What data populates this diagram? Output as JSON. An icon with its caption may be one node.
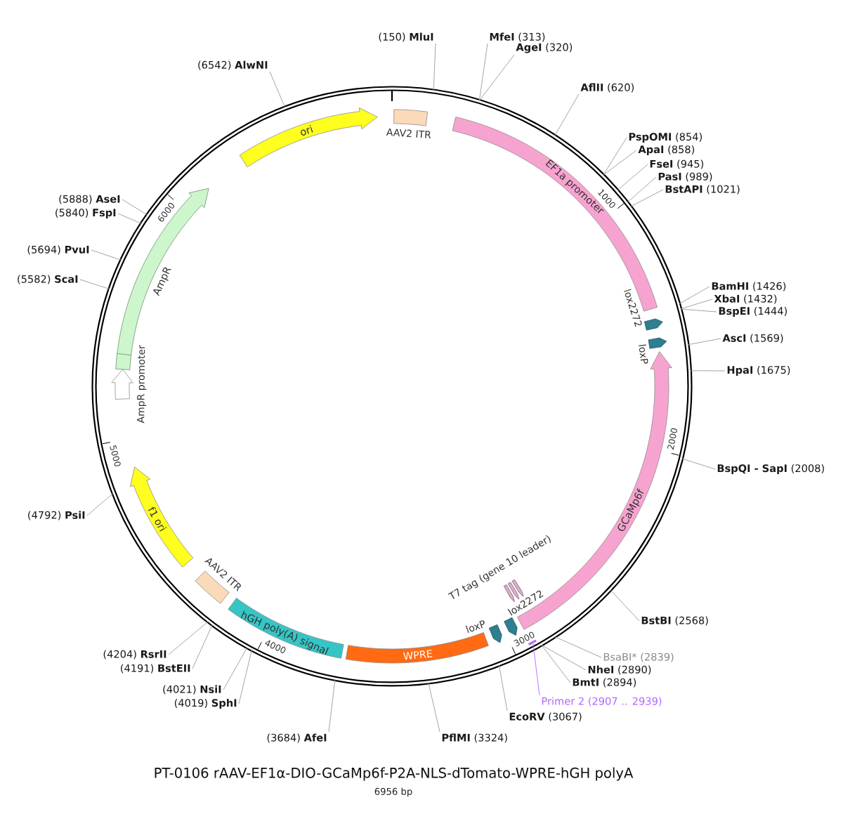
{
  "diagram": {
    "title": "PT-0106 rAAV-EF1α-DIO-GCaMp6f-P2A-NLS-dTomato-WPRE-hGH polyA",
    "caption": "6956 bp",
    "nodes": [
      {
        "text": [],
        "shape": "circle"
      },
      {
        "text": [
          "AAV2 ITR"
        ],
        "in": 0
      },
      {
        "text": [
          "EF1a promoter"
        ],
        "in": 0
      },
      {
        "text": [
          "lox2272"
        ],
        "in": 0
      },
      {
        "text": [
          "loxP"
        ],
        "in": 0
      },
      {
        "text": [
          "GCaMp6f"
        ],
        "in": 0
      },
      {
        "text": [
          "T7 tag (gene 10 leader)"
        ],
        "in": 0
      },
      {
        "text": [
          "lox2272"
        ],
        "in": 0
      },
      {
        "text": [
          "loxP"
        ],
        "in": 0
      },
      {
        "text": [
          "WPRE"
        ],
        "in": 0
      },
      {
        "text": [
          "hGH poly(A) signal"
        ],
        "in": 0
      },
      {
        "text": [
          "AAV2 ITR"
        ],
        "in": 0
      },
      {
        "text": [
          "f1 ori"
        ],
        "in": 0
      },
      {
        "text": [
          "AmpR promoter"
        ],
        "in": 0
      },
      {
        "text": [
          "AmpR"
        ],
        "in": 0
      },
      {
        "text": [
          "ori"
        ],
        "in": 0
      },
      {
        "text": [],
        "shape": "bar",
        "in": 0
      },
      {
        "text": [
          "(150) **MluI**"
        ]
      },
      {
        "text": [
          "**MfeI** (313)"
        ]
      },
      {
        "text": [
          "**AgeI** (320)"
        ]
      },
      {
        "text": [
          "**AflII** (620)"
        ]
      },
      {
        "text": [
          "**PspOMI** (854)"
        ]
      },
      {
        "text": [
          "**ApaI** (858)"
        ]
      },
      {
        "text": [
          "**FseI** (945)"
        ]
      },
      {
        "text": [
          "**PasI** (989)"
        ]
      },
      {
        "text": [
          "**BstAPI** (1021)"
        ]
      },
      {
        "text": [
          "**BamHI** (1426)"
        ]
      },
      {
        "text": [
          "**XbaI** (1432)"
        ]
      },
      {
        "text": [
          "**BspEI** (1444)"
        ]
      },
      {
        "text": [
          "**AscI** (1569)"
        ]
      },
      {
        "text": [
          "**HpaI** (1675)"
        ]
      },
      {
        "text": [
          "**BspQI - SapI** (2008)"
        ]
      },
      {
        "text": [
          "**BstBI** (2568)"
        ]
      },
      {
        "text": [
          "BsaBI* (2839)"
        ]
      },
      {
        "text": [
          "**NheI** (2890)"
        ]
      },
      {
        "text": [
          "**BmtI** (2894)"
        ]
      },
      {
        "text": [
          "Primer 2 (2907 .. 2939)"
        ]
      },
      {
        "text": [
          "**EcoRV** (3067)"
        ]
      },
      {
        "text": [
          "**PflMI** (3324)"
        ]
      },
      {
        "text": [
          "(3684) **AfeI**"
        ]
      },
      {
        "text": [
          "(4019) **SphI**"
        ]
      },
      {
        "text": [
          "(4021) **NsiI**"
        ]
      },
      {
        "text": [
          "(4191) **BstEII**"
        ]
      },
      {
        "text": [
          "(4204) **RsrII**"
        ]
      },
      {
        "text": [
          "(4792) **PsiI**"
        ]
      },
      {
        "text": [
          "(5582) **ScaI**"
        ]
      },
      {
        "text": [
          "(5694) **PvuI**"
        ]
      },
      {
        "text": [
          "(5840) **FspI**"
        ]
      },
      {
        "text": [
          "(5888) **AseI**"
        ]
      },
      {
        "text": [
          "(6542) **AlwNI**"
        ]
      }
    ],
    "edges": [
      {
        "from": 17,
        "to": 0,
        "arrow": "none"
      },
      {
        "from": 18,
        "to": 0,
        "arrow": "none"
      },
      {
        "from": 19,
        "to": 0,
        "arrow": "none"
      },
      {
        "from": 20,
        "to": 0,
        "arrow": "none"
      },
      {
        "from": 21,
        "to": 0,
        "arrow": "none"
      },
      {
        "from": 22,
        "to": 0,
        "arrow": "none"
      },
      {
        "from": 23,
        "to": 0,
        "arrow": "none"
      },
      {
        "from": 24,
        "to": 0,
        "arrow": "none"
      },
      {
        "from": 25,
        "to": 0,
        "arrow": "none"
      },
      {
        "from": 26,
        "to": 0,
        "arrow": "none"
      },
      {
        "from": 27,
        "to": 0,
        "arrow": "none"
      },
      {
        "from": 28,
        "to": 0,
        "arrow": "none"
      },
      {
        "from": 29,
        "to": 0,
        "arrow": "none"
      },
      {
        "from": 30,
        "to": 0,
        "arrow": "none"
      },
      {
        "from": 31,
        "to": 0,
        "arrow": "none"
      },
      {
        "from": 32,
        "to": 0,
        "arrow": "none"
      },
      {
        "from": 33,
        "to": 0,
        "arrow": "none"
      },
      {
        "from": 34,
        "to": 0,
        "arrow": "none"
      },
      {
        "from": 35,
        "to": 0,
        "arrow": "none"
      },
      {
        "from": 36,
        "to": 16,
        "arrow": "none",
        "color": "#b366ff"
      },
      {
        "from": 37,
        "to": 0,
        "arrow": "none"
      },
      {
        "from": 38,
        "to": 0,
        "arrow": "none"
      },
      {
        "from": 39,
        "to": 0,
        "arrow": "none"
      },
      {
        "from": 40,
        "to": 0,
        "arrow": "none"
      },
      {
        "from": 41,
        "to": 0,
        "arrow": "none"
      },
      {
        "from": 42,
        "to": 0,
        "arrow": "none"
      },
      {
        "from": 43,
        "to": 0,
        "arrow": "none"
      },
      {
        "from": 44,
        "to": 0,
        "arrow": "none"
      },
      {
        "from": 45,
        "to": 0,
        "arrow": "none"
      },
      {
        "from": 46,
        "to": 0,
        "arrow": "none"
      },
      {
        "from": 47,
        "to": 0,
        "arrow": "none"
      },
      {
        "from": 48,
        "to": 0,
        "arrow": "none"
      },
      {
        "from": 49,
        "to": 0,
        "arrow": "none"
      }
    ],
    "labels": [
      "1000",
      "2000",
      "3000",
      "4000",
      "5000",
      "6000"
    ]
  }
}
